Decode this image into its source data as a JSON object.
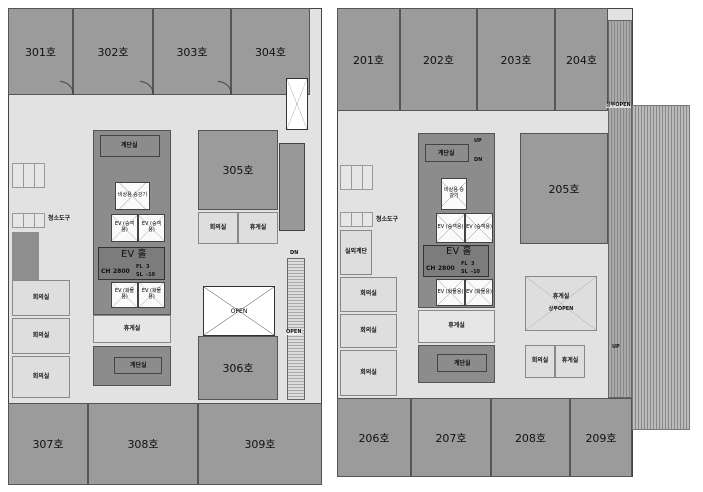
{
  "floor3": {
    "units": {
      "u301": "301호",
      "u302": "302호",
      "u303": "303호",
      "u304": "304호",
      "u305": "305호",
      "u306": "306호",
      "u307": "307호",
      "u308": "308호",
      "u309": "309호"
    },
    "rooms": {
      "stairs_top": "계단실",
      "emergency_ev": "비상용 승강기",
      "ev1": "EV (승객용)",
      "ev2": "EV (승객용)",
      "ev3": "EV (화물용)",
      "ev4": "EV (화물용)",
      "ev_hall": "EV 홀",
      "ch": "CH",
      "ch_val": "2800",
      "fl": "FL",
      "fl_val": "3",
      "sl": "SL",
      "sl_val": "-10",
      "lounge": "휴게실",
      "stairs_bottom": "계단실",
      "meeting1": "회의실",
      "meeting2": "회의실",
      "meeting3": "회의실",
      "meeting4": "회의실",
      "lounge2": "휴게실",
      "cleaning": "청소도구",
      "open1": "OPEN",
      "open2": "OPEN",
      "dn": "DN"
    }
  },
  "floor2": {
    "units": {
      "u201": "201호",
      "u202": "202호",
      "u203": "203호",
      "u204": "204호",
      "u205": "205호",
      "u206": "206호",
      "u207": "207호",
      "u208": "208호",
      "u209": "209호"
    },
    "rooms": {
      "stairs_top": "계단실",
      "up": "UP",
      "dn": "DN",
      "emergency_ev": "비상용 승강기",
      "ev1": "EV (승객용)",
      "ev2": "EV (승객용)",
      "ev3": "EV (화물용)",
      "ev4": "EV (화물용)",
      "ev_hall": "EV 홀",
      "ch": "CH",
      "ch_val": "2800",
      "fl": "FL",
      "fl_val": "3",
      "sl": "SL",
      "sl_val": "-10",
      "lounge": "휴게실",
      "stairs_bottom": "계단실",
      "meeting1": "회의실",
      "meeting2": "회의실",
      "meeting3": "회의실",
      "meeting4": "회의실",
      "lounge2": "휴게실",
      "upper_open": "상부OPEN",
      "upper_open2": "상부OPEN",
      "cleaning": "청소도구",
      "outdoor_stair": "실외계단",
      "up2": "UP"
    }
  }
}
